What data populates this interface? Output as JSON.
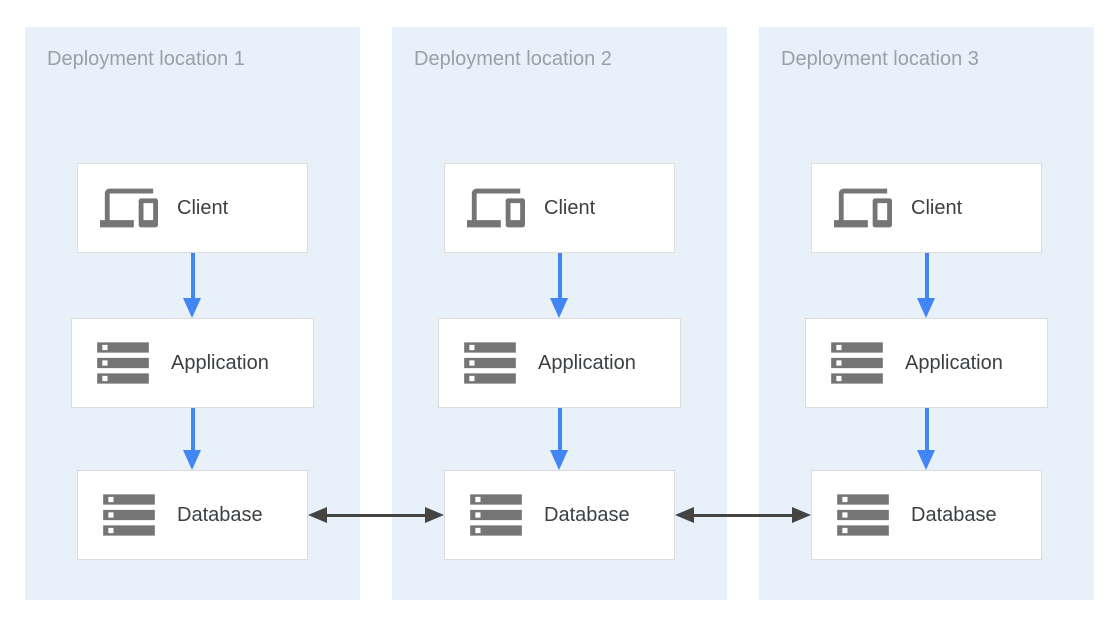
{
  "panels": [
    {
      "title": "Deployment location 1",
      "nodes": [
        {
          "label": "Client",
          "icon": "devices-icon"
        },
        {
          "label": "Application",
          "icon": "server-stack-icon"
        },
        {
          "label": "Database",
          "icon": "server-stack-icon"
        }
      ]
    },
    {
      "title": "Deployment location 2",
      "nodes": [
        {
          "label": "Client",
          "icon": "devices-icon"
        },
        {
          "label": "Application",
          "icon": "server-stack-icon"
        },
        {
          "label": "Database",
          "icon": "server-stack-icon"
        }
      ]
    },
    {
      "title": "Deployment location 3",
      "nodes": [
        {
          "label": "Client",
          "icon": "devices-icon"
        },
        {
          "label": "Application",
          "icon": "server-stack-icon"
        },
        {
          "label": "Database",
          "icon": "server-stack-icon"
        }
      ]
    }
  ],
  "connections": {
    "flow_arrows": "client-to-application-to-database (downward, per location)",
    "replication_arrows": "bidirectional between Database 1–2 and Database 2–3"
  },
  "colors": {
    "panel_background": "#E8F1FA",
    "node_background": "#FFFFFF",
    "node_border": "#DCDCDC",
    "flow_arrow_blue": "#4285F4",
    "replication_arrow_dark": "#444444",
    "icon_gray": "#757575",
    "panel_title_text": "#9AA0A6",
    "node_label_text": "#3C4043"
  }
}
